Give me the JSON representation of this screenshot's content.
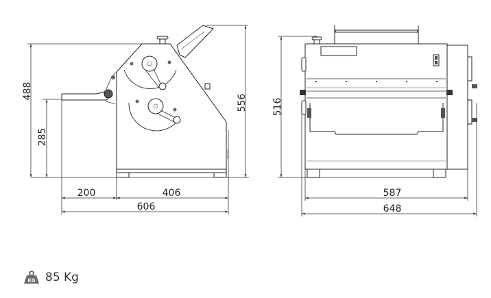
{
  "side_view": {
    "dimensions": {
      "total_height": "488",
      "shelf_height": "285",
      "max_height": "556",
      "shelf_depth": "200",
      "body_depth": "406",
      "total_depth": "606"
    }
  },
  "front_view": {
    "dimensions": {
      "height": "516",
      "body_width": "587",
      "total_width": "648"
    }
  },
  "weight": {
    "icon": "kg-weight-icon",
    "icon_label": "KG",
    "value": "85 Kg"
  },
  "colors": {
    "line": "#333333",
    "icon": "#6b6b6b"
  }
}
